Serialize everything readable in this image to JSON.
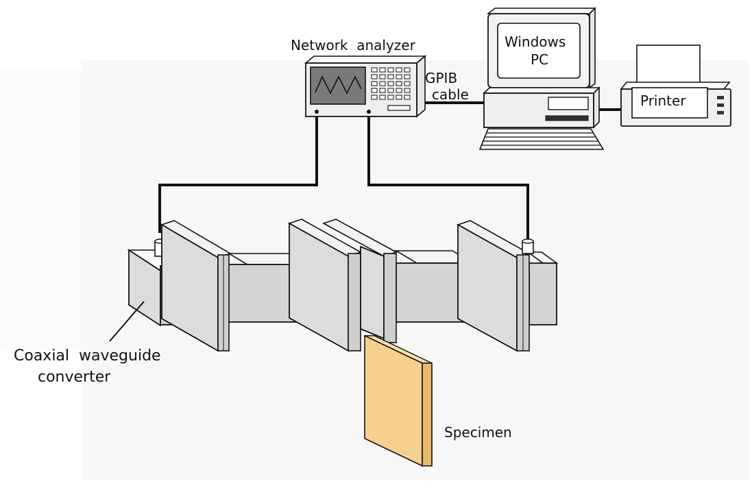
{
  "labels": {
    "network_analyzer": "Network  analyzer",
    "gpib_line1": "GPIB",
    "gpib_line2": "cable",
    "pc_line1": "Windows",
    "pc_line2": "PC",
    "printer": "Printer",
    "converter_line1": "Coaxial  waveguide",
    "converter_line2": "converter",
    "specimen": "Specimen"
  },
  "colors": {
    "background": "#ffffff",
    "backdrop": "#f6f6f6",
    "stroke": "#111111",
    "device_face": "#efefef",
    "screen": "#7a7a7a",
    "waveguide_front": "#d4d4d4",
    "waveguide_top": "#f5f5f5",
    "flange_face": "#dcdcdc",
    "flange_side": "#cfcfcf",
    "specimen_face": "#f5d08e",
    "specimen_side": "#e8ba6e"
  }
}
